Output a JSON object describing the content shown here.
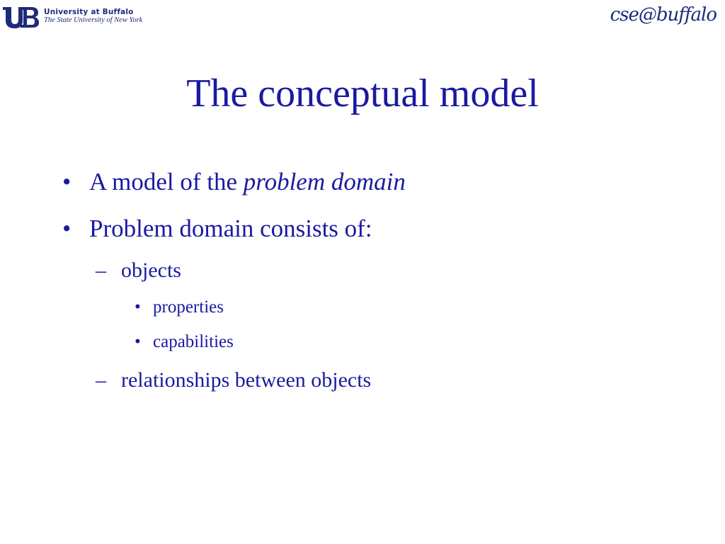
{
  "header": {
    "ub_line1": "University at Buffalo",
    "ub_line2": "The State University of New York",
    "cse_logo": "cse@buffalo"
  },
  "slide": {
    "title": "The conceptual model",
    "bullets": [
      {
        "marker": "•",
        "text": "A model of the ",
        "emphasis": "problem domain"
      },
      {
        "marker": "•",
        "text": "Problem domain consists of:"
      },
      {
        "marker": "–",
        "text": "objects"
      },
      {
        "marker": "•",
        "text": "properties"
      },
      {
        "marker": "•",
        "text": "capabilities"
      },
      {
        "marker": "–",
        "text": "relationships between objects"
      }
    ]
  },
  "colors": {
    "text": "#1a1aa0",
    "logo": "#1e2b7a",
    "background": "#ffffff"
  }
}
